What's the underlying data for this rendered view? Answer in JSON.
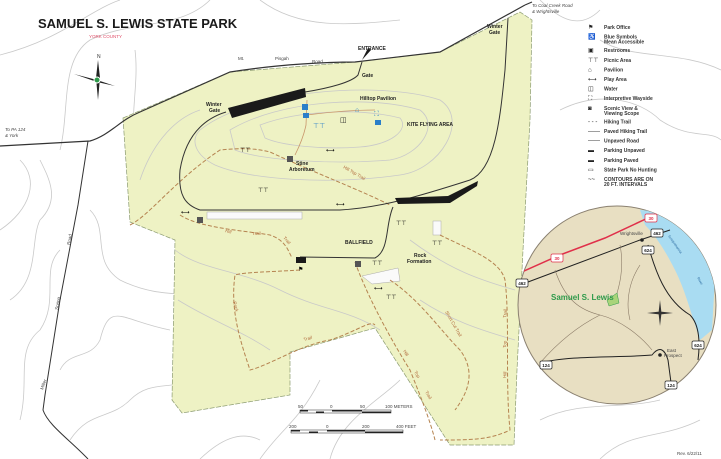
{
  "title": "SAMUEL S. LEWIS STATE PARK",
  "county": "YORK COUNTY",
  "north_label": "N",
  "revision": "Rev. 6/22/11",
  "colors": {
    "park_fill": "#eef2c4",
    "trail": "#b58350",
    "road": "#333333",
    "county_text": "#e0506a",
    "inset_fill": "#e8dfc2",
    "river": "#a9dcf2",
    "route30": "#e0304a",
    "accessible": "#2a7fc9",
    "inset_park_label": "#2e9a4a"
  },
  "map_labels": {
    "mt": "Mt.",
    "pisgah": "Pisgah",
    "road": "Road",
    "entrance": "ENTRANCE",
    "gate": "Gate",
    "winter_gate_left_1": "Winter",
    "winter_gate_left_2": "Gate",
    "winter_gate_right_1": "Winter",
    "winter_gate_right_2": "Gate",
    "hilltop_pavilion": "Hilltop  Pavilion",
    "kite_flying_area": "KITE FLYING AREA",
    "stine_1": "Stine",
    "stine_2": "Arboretum",
    "ballfield": "BALLFIELD",
    "rock_1": "Rock",
    "rock_2": "Formation",
    "to_pa124_1": "To PA 124",
    "to_pa124_2": "& York",
    "to_coal_creek_1": "To Coal Creek Road",
    "to_coal_creek_2": "& Wrightsville",
    "spring": "Spring",
    "road2": "Road",
    "miller": "Miller"
  },
  "trail_labels": {
    "hill_top_trail": "Hill  Top  Trail",
    "hill": "Hill",
    "trail1": "Trail",
    "trail2": "Trail",
    "rock": "Rock",
    "trail3": "Trail",
    "short_cut_trail": "Short Cut Trail",
    "hill2": "Hill",
    "top2": "Top",
    "trail4": "Trail",
    "trail5": "Trail",
    "top3": "Top",
    "hill3": "Hill"
  },
  "scale": {
    "meters": [
      "50",
      "0",
      "50",
      "100 METERS"
    ],
    "feet": [
      "200",
      "0",
      "200",
      "400 FEET"
    ]
  },
  "legend": [
    {
      "icon": "park-office-icon",
      "label": "Park Office"
    },
    {
      "icon": "accessible-icon",
      "label": "Blue Symbols",
      "label2": "Mean Accessible"
    },
    {
      "icon": "restrooms-icon",
      "label": "Restrooms"
    },
    {
      "icon": "picnic-area-icon",
      "label": "Picnic Area"
    },
    {
      "icon": "pavilion-icon",
      "label": "Pavilion"
    },
    {
      "icon": "play-area-icon",
      "label": "Play Area"
    },
    {
      "icon": "water-icon",
      "label": "Water"
    },
    {
      "icon": "interpretive-wayside-icon",
      "label": "Interpretive Wayside"
    },
    {
      "icon": "scenic-view-icon",
      "label": "Scenic View &",
      "label2": "Viewing Scope"
    },
    {
      "icon": "hiking-trail-icon",
      "label": "Hiking Trail"
    },
    {
      "icon": "paved-hiking-trail-icon",
      "label": "Paved Hiking Trail"
    },
    {
      "icon": "unpaved-road-icon",
      "label": "Unpaved Road"
    },
    {
      "icon": "parking-unpaved-icon",
      "label": "Parking Unpaved"
    },
    {
      "icon": "parking-paved-icon",
      "label": "Parking Paved"
    },
    {
      "icon": "no-hunting-icon",
      "label": "State Park No Hunting"
    },
    {
      "icon": "contour-icon",
      "label": "CONTOURS ARE ON",
      "label2": "20 FT. INTERVALS"
    }
  ],
  "inset": {
    "park_label": "Samuel S. Lewis",
    "wrightsville": "Wrightsville",
    "east_prospect_1": "East",
    "east_prospect_2": "Prospect",
    "river": "Susquehanna",
    "river2": "River",
    "shields": [
      "30",
      "30",
      "462",
      "462",
      "624",
      "624",
      "124",
      "124"
    ]
  }
}
